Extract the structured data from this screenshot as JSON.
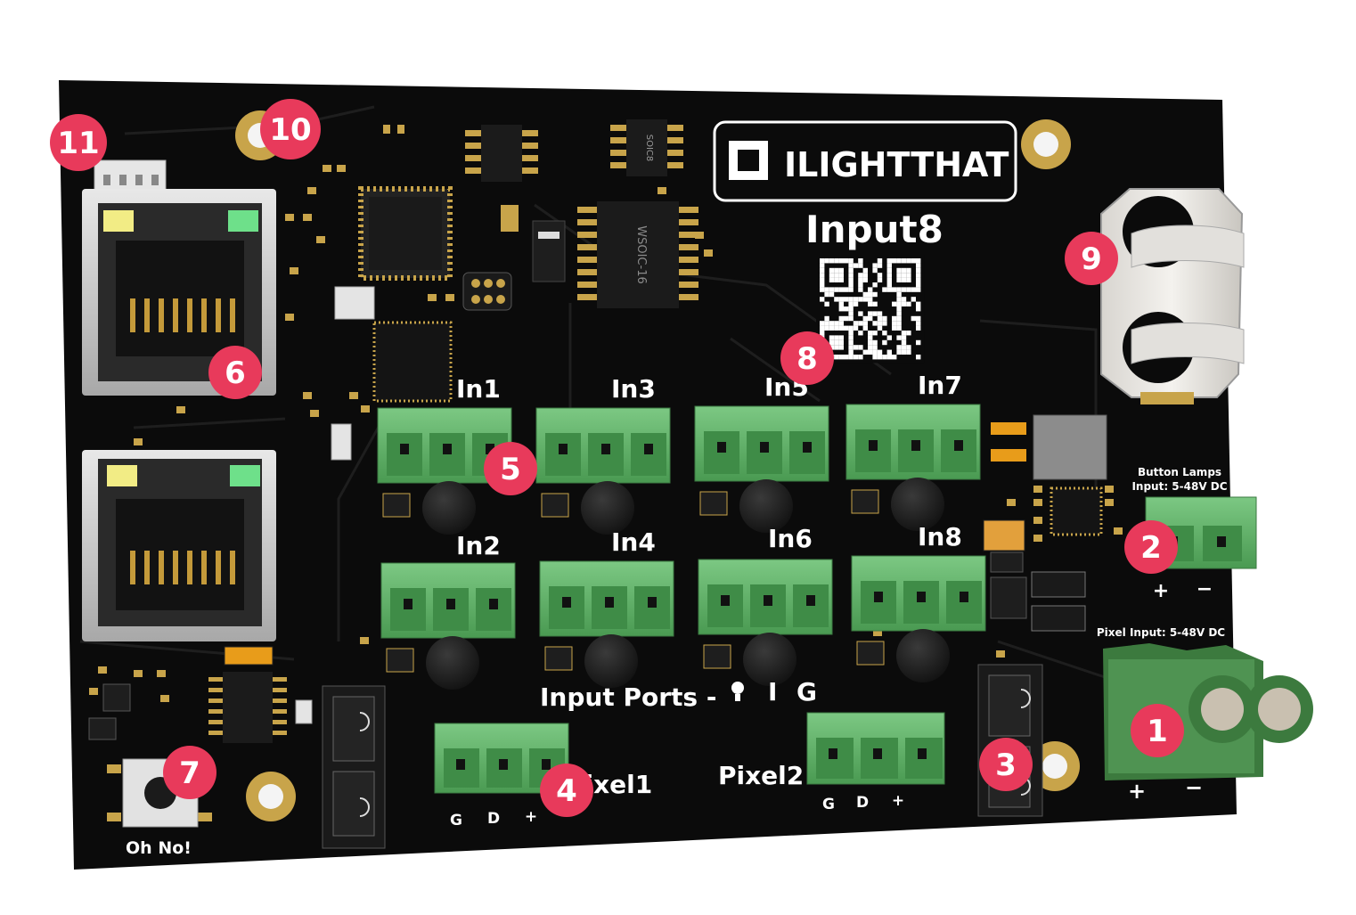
{
  "board": {
    "brand": "ILIGHTTHAT",
    "model": "Input8",
    "input_labels": [
      "In1",
      "In2",
      "In3",
      "In4",
      "In5",
      "In6",
      "In7",
      "In8"
    ],
    "input_ports_caption": "Input Ports -",
    "input_ports_suffix_i": "I",
    "input_ports_suffix_g": "G",
    "pixel1_label": "Pixel1",
    "pixel2_label": "Pixel2",
    "pin_g": "G",
    "pin_d": "D",
    "pin_plus": "+",
    "pin_minus": "−",
    "button_lamps_line1": "Button Lamps",
    "button_lamps_line2": "Input: 5-48V DC",
    "pixel_input_label": "Pixel Input: 5-48V DC",
    "reset_label": "Oh No!",
    "ic_soic8": "SOIC8",
    "ic_wsoic16": "WSOIC-16"
  },
  "callouts": [
    "1",
    "2",
    "3",
    "4",
    "5",
    "6",
    "7",
    "8",
    "9",
    "10",
    "11"
  ],
  "colors": {
    "board": "#0b0b0b",
    "callout": "#e83a5b",
    "terminal_green": "#5cae63",
    "gold": "#c8a44a"
  }
}
